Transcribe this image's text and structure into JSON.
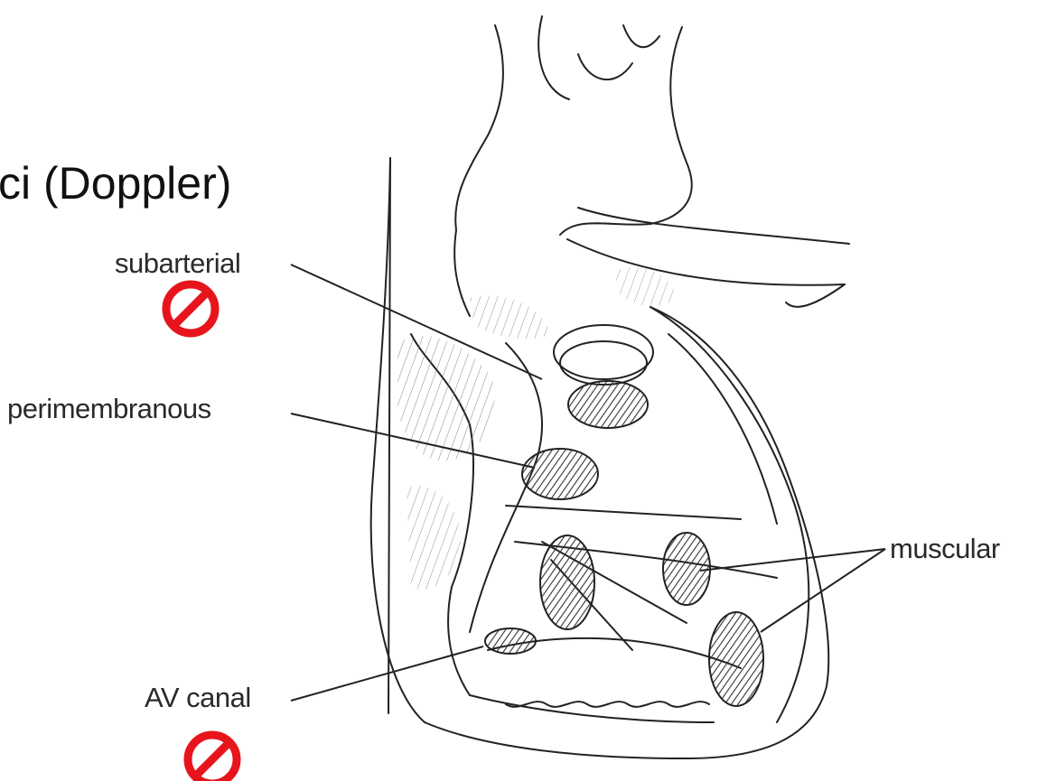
{
  "heading": "ci (Doppler)",
  "labels": {
    "subarterial": "subarterial",
    "perimembranous": "perimembranous",
    "muscular": "muscular",
    "av_canal": "AV canal"
  },
  "icons": [
    "prohibition-icon",
    "prohibition-icon"
  ],
  "colors": {
    "prohibition": "#e8141c",
    "ink": "#2a2a2a"
  }
}
